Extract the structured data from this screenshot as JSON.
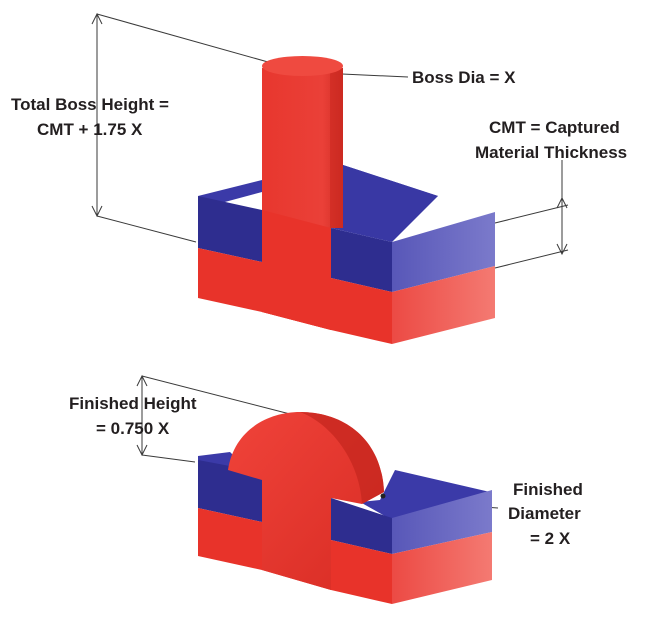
{
  "top_figure": {
    "total_boss_height_line1": "Total Boss Height =",
    "total_boss_height_line2": "CMT + 1.75 X",
    "boss_dia": "Boss Dia = X",
    "cmt_line1": "CMT = Captured",
    "cmt_line2": "Material Thickness"
  },
  "bottom_figure": {
    "finished_height_line1": "Finished Height",
    "finished_height_line2": "= 0.750 X",
    "finished_diameter_line1": "Finished",
    "finished_diameter_line2": "Diameter",
    "finished_diameter_line3": "= 2 X"
  },
  "colors": {
    "boss_red": "#e8332a",
    "boss_red_dark": "#c82a22",
    "base_red_side": "#ef5a5a",
    "blue_front": "#2e2d8f",
    "blue_top": "#3b3aa8",
    "blue_side": "#6d6cc4"
  }
}
